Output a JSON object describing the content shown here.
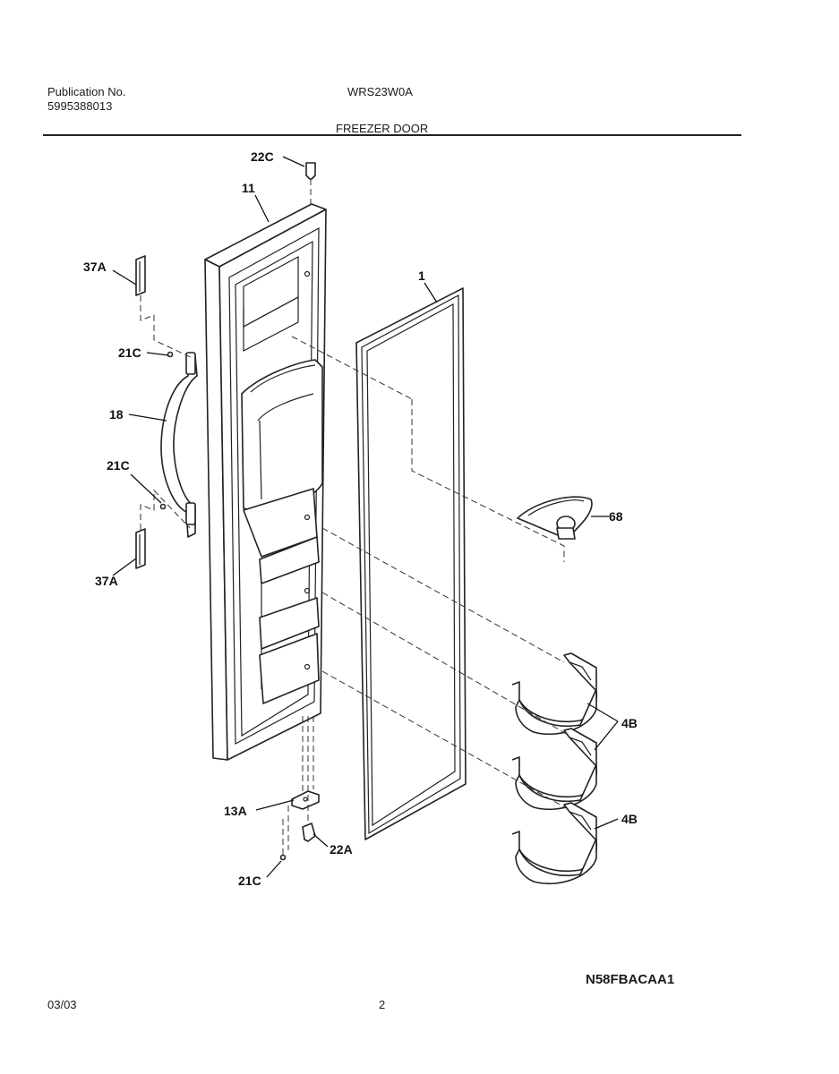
{
  "header": {
    "publication_label": "Publication No.",
    "publication_number": "5995388013",
    "model": "WRS23W0A",
    "section_title": "FREEZER DOOR"
  },
  "callouts": {
    "c22C": "22C",
    "c11": "11",
    "c37A_top": "37A",
    "c1": "1",
    "c21C_top": "21C",
    "c18": "18",
    "c21C_mid": "21C",
    "c68": "68",
    "c37A_bottom": "37A",
    "c4B_top": "4B",
    "c4B_bottom": "4B",
    "c13A": "13A",
    "c22A": "22A",
    "c21C_bottom": "21C"
  },
  "footer": {
    "drawing_code": "N58FBACAA1",
    "date": "03/03",
    "page_number": "2"
  }
}
